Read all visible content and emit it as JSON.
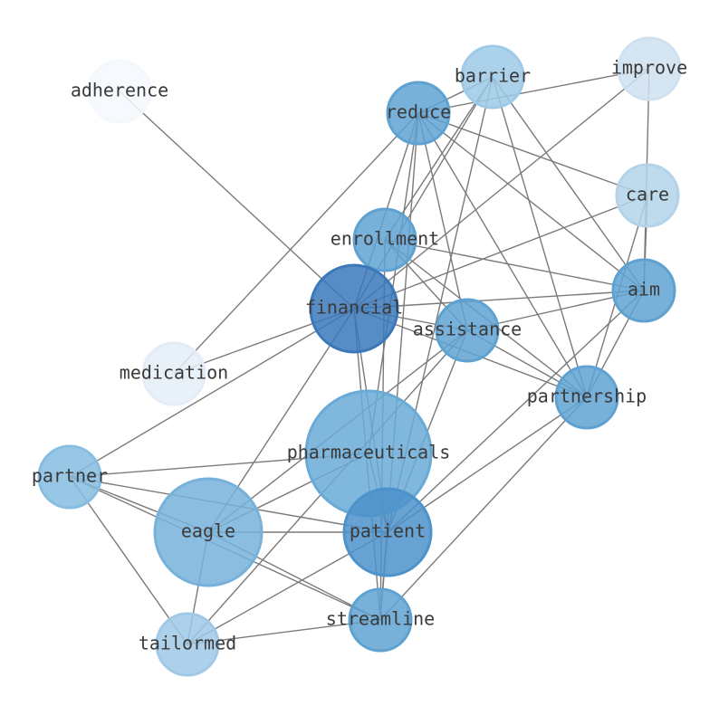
{
  "nodes": [
    {
      "id": "adherence",
      "label": "adherence",
      "color": "#f4f8fd"
    },
    {
      "id": "barrier",
      "label": "barrier",
      "color": "#9ecae8"
    },
    {
      "id": "improve",
      "label": "improve",
      "color": "#cfe0f0"
    },
    {
      "id": "reduce",
      "label": "reduce",
      "color": "#5fa2d2"
    },
    {
      "id": "care",
      "label": "care",
      "color": "#b3d3ea"
    },
    {
      "id": "enrollment",
      "label": "enrollment",
      "color": "#5fa2d2"
    },
    {
      "id": "financial",
      "label": "financial",
      "color": "#3b78ba"
    },
    {
      "id": "aim",
      "label": "aim",
      "color": "#5fa2d2"
    },
    {
      "id": "assistance",
      "label": "assistance",
      "color": "#5fa2d2"
    },
    {
      "id": "medication",
      "label": "medication",
      "color": "#e4edf7"
    },
    {
      "id": "partnership",
      "label": "partnership",
      "color": "#5fa2d2"
    },
    {
      "id": "pharmaceuticals",
      "label": "pharmaceuticals",
      "color": "#6aaad6"
    },
    {
      "id": "partner",
      "label": "partner",
      "color": "#86bde0"
    },
    {
      "id": "eagle",
      "label": "eagle",
      "color": "#77b1da"
    },
    {
      "id": "patient",
      "label": "patient",
      "color": "#4c92cb"
    },
    {
      "id": "streamline",
      "label": "streamline",
      "color": "#5fa2d2"
    },
    {
      "id": "tailormed",
      "label": "tailormed",
      "color": "#a0c9e7"
    }
  ],
  "edges": [
    [
      "adherence",
      "financial",
      1
    ],
    [
      "barrier",
      "reduce",
      1
    ],
    [
      "barrier",
      "enrollment",
      1
    ],
    [
      "barrier",
      "financial",
      1
    ],
    [
      "barrier",
      "aim",
      1
    ],
    [
      "barrier",
      "partnership",
      1
    ],
    [
      "barrier",
      "patient",
      1
    ],
    [
      "improve",
      "reduce",
      1
    ],
    [
      "improve",
      "financial",
      1
    ],
    [
      "improve",
      "aim",
      1
    ],
    [
      "reduce",
      "care",
      1
    ],
    [
      "reduce",
      "aim",
      1
    ],
    [
      "reduce",
      "financial",
      1
    ],
    [
      "reduce",
      "assistance",
      1
    ],
    [
      "reduce",
      "partnership",
      1
    ],
    [
      "reduce",
      "streamline",
      1
    ],
    [
      "reduce",
      "medication",
      1
    ],
    [
      "reduce",
      "pharmaceuticals",
      1
    ],
    [
      "care",
      "financial",
      1
    ],
    [
      "care",
      "aim",
      2
    ],
    [
      "care",
      "partnership",
      1
    ],
    [
      "enrollment",
      "aim",
      1
    ],
    [
      "enrollment",
      "assistance",
      1
    ],
    [
      "enrollment",
      "partnership",
      1
    ],
    [
      "enrollment",
      "streamline",
      1
    ],
    [
      "financial",
      "aim",
      1
    ],
    [
      "financial",
      "assistance",
      1
    ],
    [
      "financial",
      "partnership",
      1
    ],
    [
      "financial",
      "medication",
      1
    ],
    [
      "financial",
      "partner",
      1
    ],
    [
      "financial",
      "eagle",
      1
    ],
    [
      "financial",
      "patient",
      1
    ],
    [
      "financial",
      "streamline",
      2
    ],
    [
      "aim",
      "assistance",
      1
    ],
    [
      "aim",
      "partnership",
      1
    ],
    [
      "aim",
      "patient",
      1
    ],
    [
      "assistance",
      "partnership",
      1
    ],
    [
      "assistance",
      "eagle",
      1
    ],
    [
      "assistance",
      "tailormed",
      1
    ],
    [
      "assistance",
      "patient",
      1
    ],
    [
      "partnership",
      "patient",
      1
    ],
    [
      "partnership",
      "streamline",
      1
    ],
    [
      "pharmaceuticals",
      "eagle",
      4
    ],
    [
      "pharmaceuticals",
      "partner",
      1
    ],
    [
      "pharmaceuticals",
      "patient",
      1
    ],
    [
      "partner",
      "eagle",
      1
    ],
    [
      "partner",
      "patient",
      1
    ],
    [
      "partner",
      "streamline",
      1
    ],
    [
      "partner",
      "tailormed",
      1
    ],
    [
      "eagle",
      "patient",
      1
    ],
    [
      "eagle",
      "streamline",
      1
    ],
    [
      "eagle",
      "tailormed",
      1
    ],
    [
      "patient",
      "streamline",
      1
    ],
    [
      "patient",
      "tailormed",
      1
    ],
    [
      "streamline",
      "tailormed",
      1
    ]
  ]
}
